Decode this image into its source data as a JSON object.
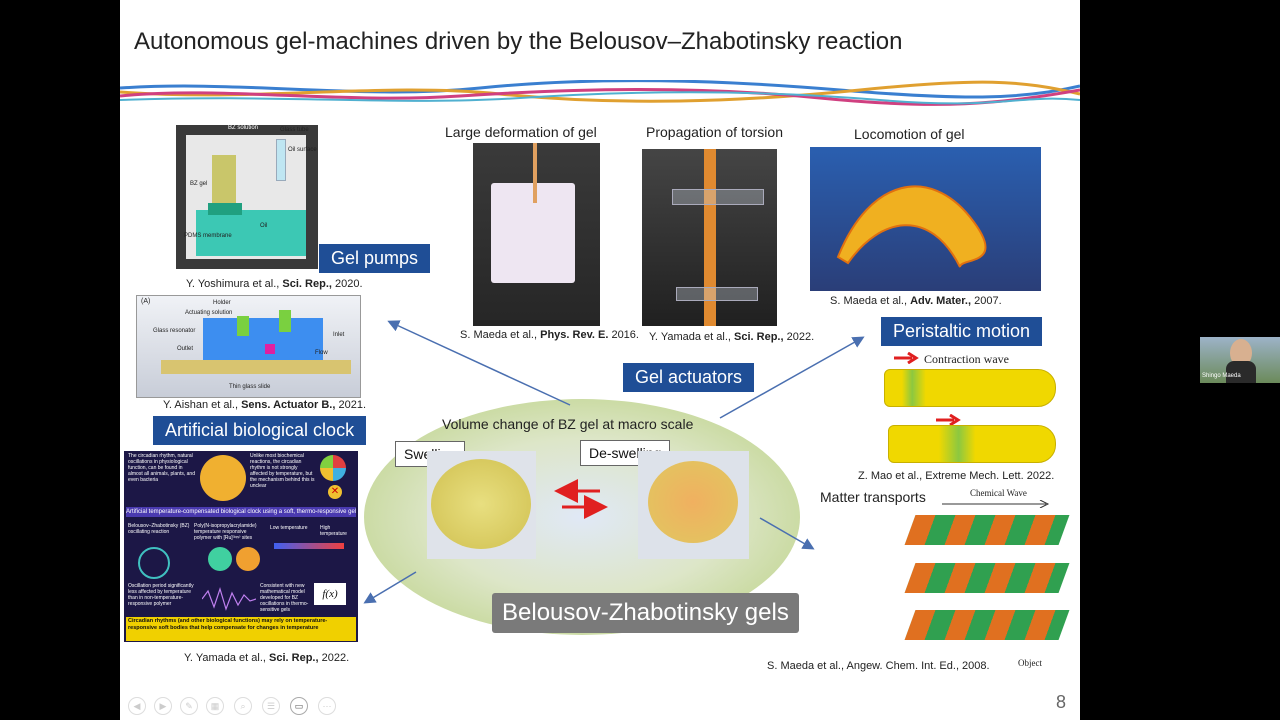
{
  "slide": {
    "title": "Autonomous gel-machines driven by the Belousov–Zhabotinsky reaction",
    "page_number": "8",
    "ribbon_colors": [
      "#3a7fd0",
      "#e0a030",
      "#d04080",
      "#50b0d0"
    ],
    "center_label": "Belousov-Zhabotinsky gels",
    "volume_change_label": "Volume change of BZ gel at macro scale",
    "swelling_label": "Swelling",
    "deswelling_label": "De-swelling",
    "categories": {
      "gel_pumps": "Gel pumps",
      "gel_actuators": "Gel actuators",
      "peristaltic_motion": "Peristaltic motion",
      "artificial_clock": "Artificial biological clock",
      "matter_transports": "Matter transports"
    },
    "panels": {
      "large_deformation": "Large deformation of gel",
      "torsion": "Propagation of torsion",
      "locomotion": "Locomotion of gel"
    },
    "pump_diagram": {
      "bz_solution": "BZ solution",
      "glass_tube": "Glass tube",
      "oil_surface": "Oil surface",
      "bz_gel": "BZ gel",
      "oil": "Oil",
      "pdms": "PDMS membrane"
    },
    "sensor_diagram": {
      "tag": "(A)",
      "holder": "Holder",
      "actuating": "Actuating solution",
      "glass_resonator": "Glass resonator",
      "outlet": "Outlet",
      "inlet": "Inlet",
      "flow": "Flow",
      "thin_glass": "Thin glass slide"
    },
    "peristaltic_diagram": {
      "contraction_wave": "Contraction wave"
    },
    "transport_diagram": {
      "chemical_wave": "Chemical Wave",
      "object": "Object"
    },
    "clock_poster": {
      "text1": "The circadian rhythm, natural oscillations in physiological function, can be found in almost all animals, plants, and even bacteria",
      "text2": "Unlike most biochemical reactions, the circadian rhythm is not strongly affected by temperature, but the mechanism behind this is unclear",
      "banner": "Artificial temperature-compensated biological clock using a soft, thermo-responsive gel",
      "bz_reaction": "Belousov–Zhabotinsky (BZ) oscillating reaction",
      "polymer": "Poly(N-isopropylacrylamide) temperature responsive polymer with [Ru]⁽ᵇᵖʸ⁾ sites",
      "low_temp": "Low temperature",
      "high_temp": "High temperature",
      "oscillation_text": "Oscillation period significantly less affected by temperature than in non-temperature-responsive polymer",
      "model_text": "Consistent with new mathematical model developed for BZ oscillations in thermo-sensitive gels",
      "fx": "f(x)",
      "footer": "Circadian rhythms (and other biological functions) may rely on temperature-responsive soft bodies that help compensate for changes in temperature"
    },
    "citations": {
      "yoshimura": {
        "pre": "Y. Yoshimura et al., ",
        "journal": "Sci. Rep.,",
        "year": " 2020."
      },
      "aishan": {
        "pre": "Y. Aishan et al., ",
        "journal": "Sens. Actuator B.,",
        "year": " 2021."
      },
      "yamada_clock": {
        "pre": "Y. Yamada et al., ",
        "journal": "Sci. Rep.,",
        "year": " 2022."
      },
      "maeda_pre": {
        "pre": "S. Maeda et al., ",
        "journal": "Phys. Rev. E.",
        "year": " 2016."
      },
      "yamada_torsion": {
        "pre": "Y. Yamada et al., ",
        "journal": "Sci. Rep.,",
        "year": " 2022."
      },
      "maeda_adv": {
        "pre": "S. Maeda et al., ",
        "journal": "Adv. Mater.,",
        "year": " 2007."
      },
      "mao": "Z. Mao et al., Extreme Mech. Lett. 2022.",
      "maeda_angew": "S. Maeda et al., Angew. Chem. Int. Ed., 2008."
    }
  },
  "webcam": {
    "name": "Shingo Maeda"
  }
}
